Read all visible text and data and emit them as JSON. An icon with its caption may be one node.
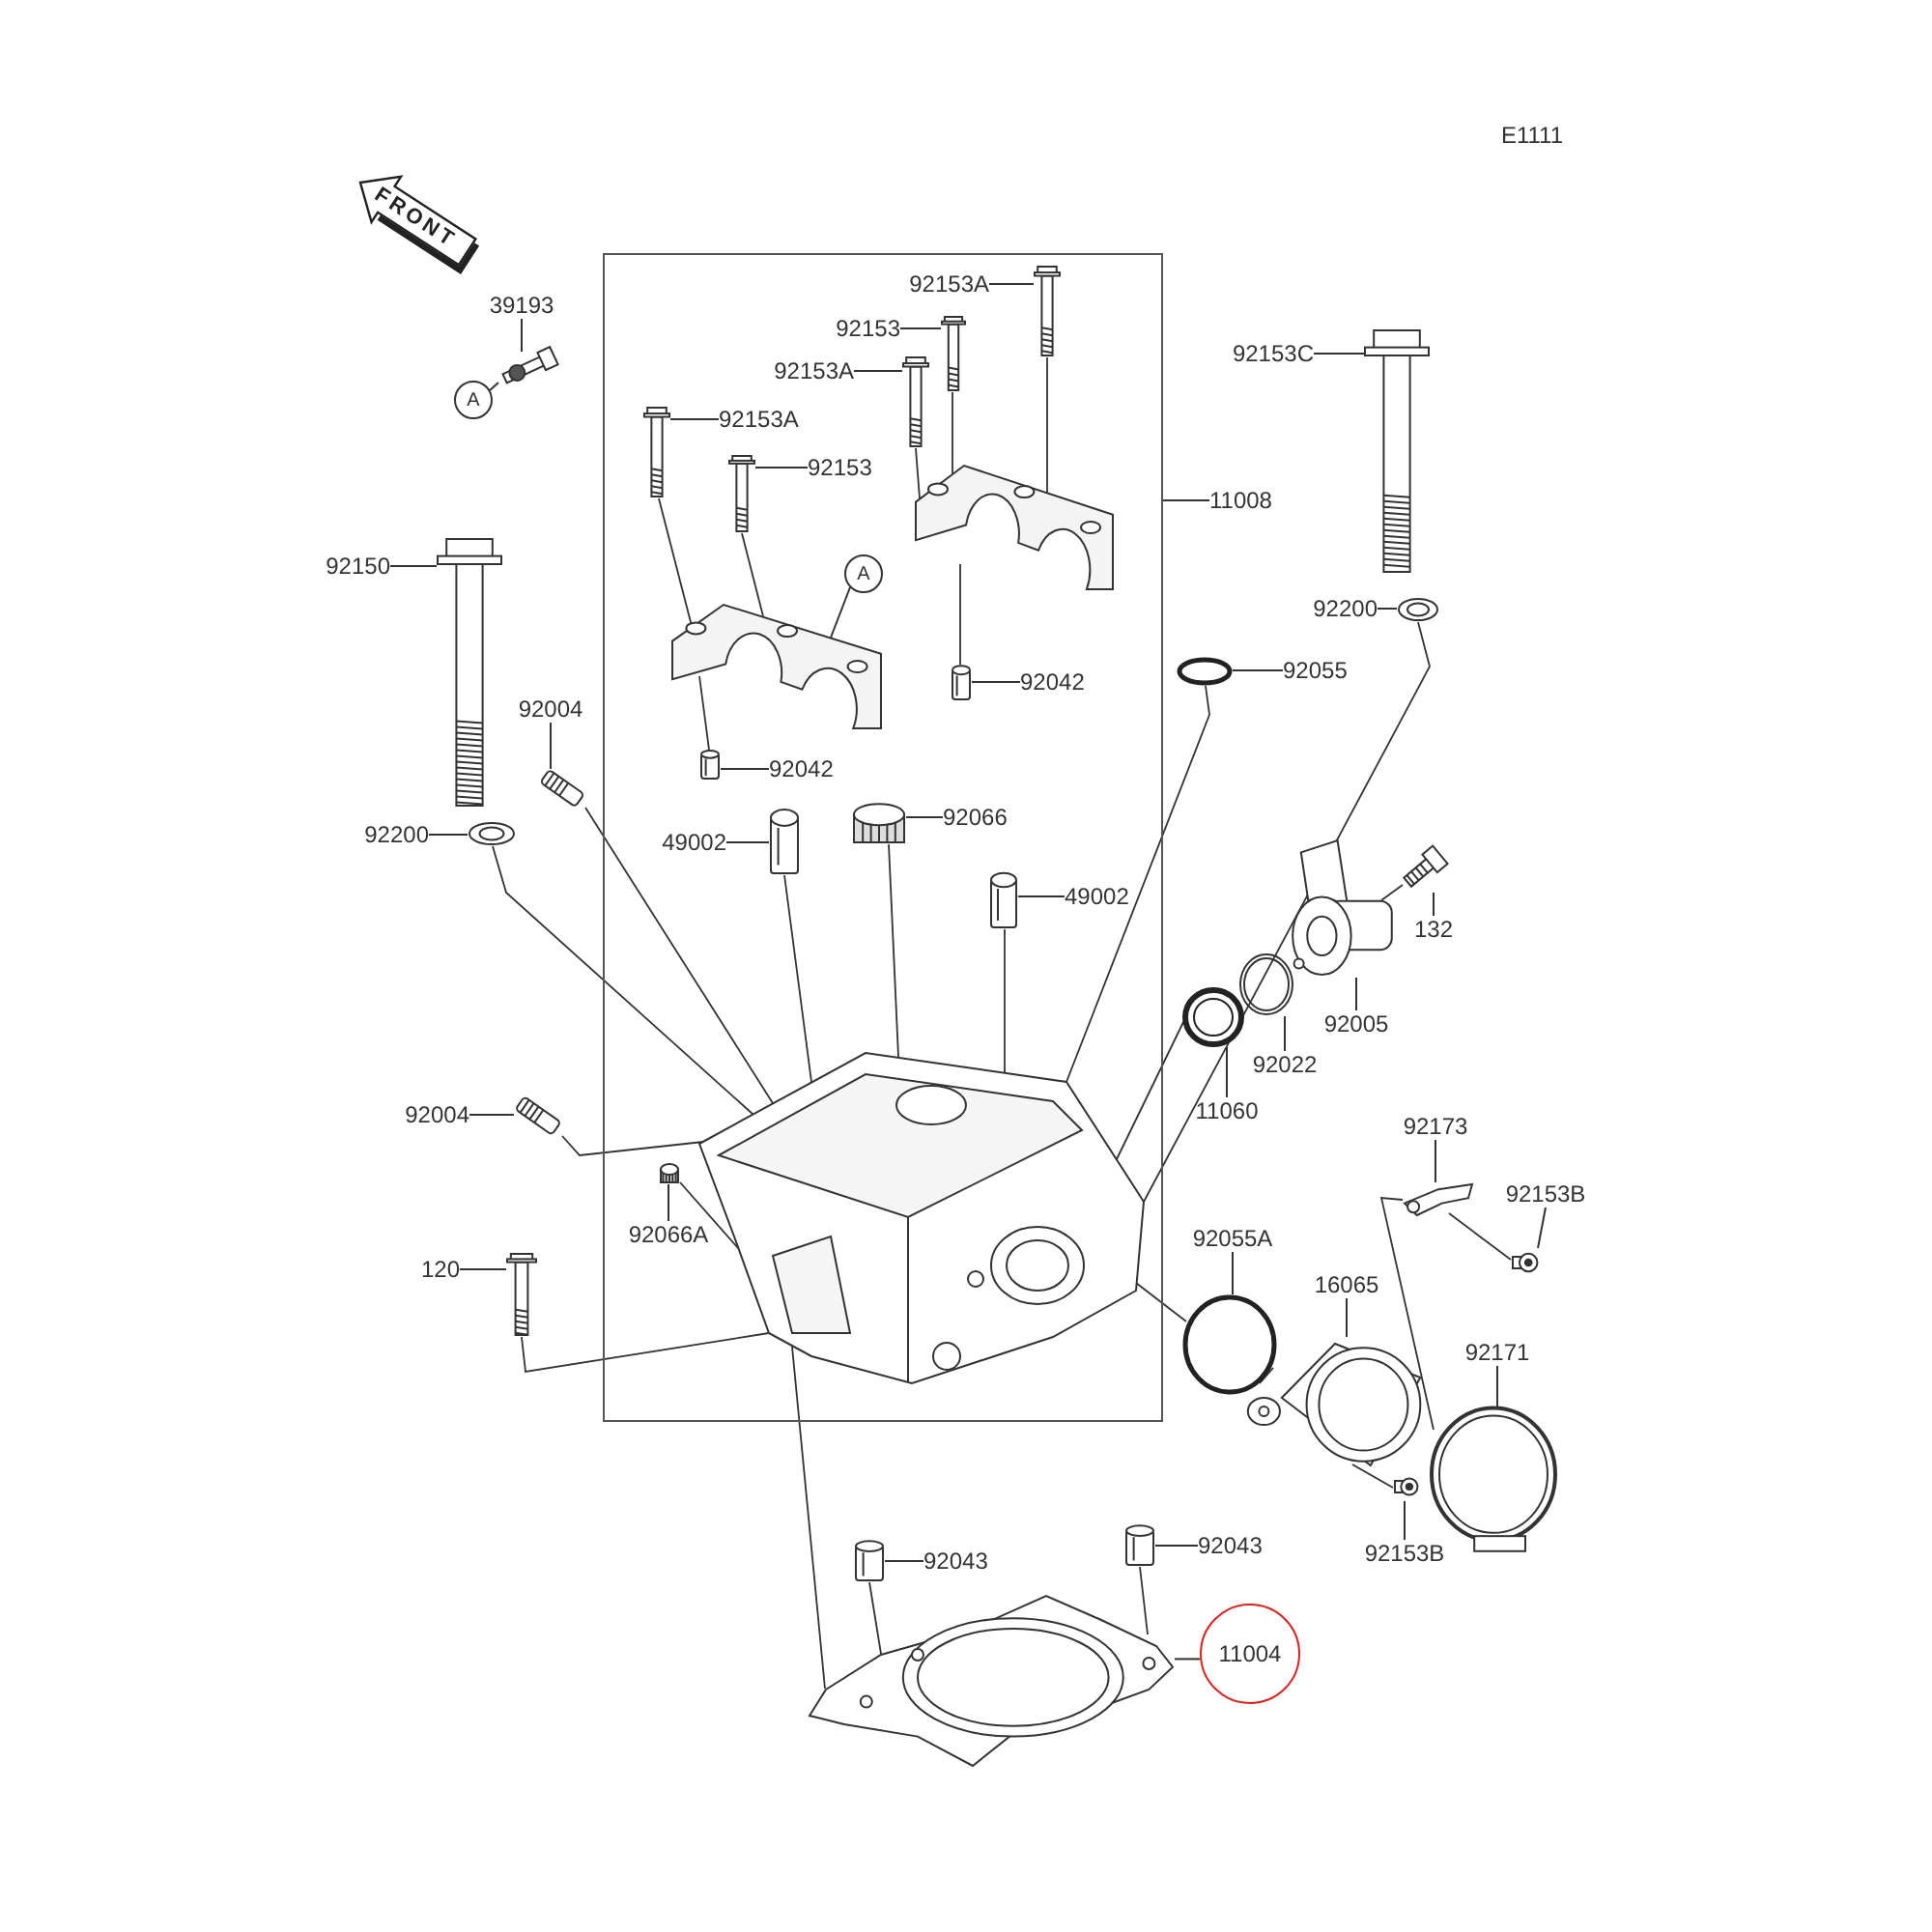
{
  "diagram": {
    "nodes": [
      {
        "text": [
          "39193"
        ]
      },
      {
        "text": [],
        "shape": "picture"
      },
      {
        "text": [
          "A"
        ]
      },
      {
        "text": [],
        "shape": "box"
      },
      {
        "text": [
          "92153A"
        ],
        "in": 3
      },
      {
        "text": [],
        "shape": "picture",
        "in": 3
      },
      {
        "text": [
          "92153"
        ],
        "in": 3
      },
      {
        "text": [],
        "shape": "picture",
        "in": 3
      },
      {
        "text": [
          "92153A"
        ],
        "in": 3
      },
      {
        "text": [],
        "shape": "picture",
        "in": 3
      },
      {
        "text": [
          "92153A"
        ],
        "in": 3
      },
      {
        "text": [],
        "shape": "picture",
        "in": 3
      },
      {
        "text": [
          "92153"
        ],
        "in": 3
      },
      {
        "text": [],
        "shape": "picture",
        "in": 3
      },
      {
        "text": [
          "A"
        ],
        "in": 3
      },
      {
        "text": [],
        "shape": "picture",
        "in": 3
      },
      {
        "text": [
          "92042"
        ],
        "in": 3
      },
      {
        "text": [],
        "shape": "cylinder",
        "in": 3
      },
      {
        "text": [
          "92042"
        ],
        "in": 3
      },
      {
        "text": [],
        "shape": "cylinder",
        "in": 3
      },
      {
        "text": [
          "11008"
        ]
      },
      {
        "text": [
          "92153C"
        ]
      },
      {
        "text": [],
        "shape": "picture"
      },
      {
        "text": [
          "92200"
        ]
      },
      {
        "text": [],
        "shape": "picture"
      },
      {
        "text": [
          "92055"
        ]
      },
      {
        "text": [],
        "shape": "circle"
      },
      {
        "text": [
          "92150"
        ]
      },
      {
        "text": [],
        "shape": "picture"
      },
      {
        "text": [
          "92200"
        ]
      },
      {
        "text": [],
        "shape": "picture"
      },
      {
        "text": [
          "92004"
        ]
      },
      {
        "text": [],
        "shape": "picture"
      },
      {
        "text": [
          "49002"
        ],
        "in": 3
      },
      {
        "text": [],
        "shape": "cylinder",
        "in": 3
      },
      {
        "text": [
          "92066"
        ],
        "in": 3
      },
      {
        "text": [],
        "shape": "picture",
        "in": 3
      },
      {
        "text": [
          "49002"
        ],
        "in": 3
      },
      {
        "text": [],
        "shape": "cylinder",
        "in": 3
      },
      {
        "text": [
          "92004"
        ]
      },
      {
        "text": [],
        "shape": "picture"
      },
      {
        "text": [
          "92066A"
        ],
        "in": 3
      },
      {
        "text": [],
        "shape": "picture",
        "in": 3
      },
      {
        "text": [
          "120"
        ]
      },
      {
        "text": [],
        "shape": "picture"
      },
      {
        "text": [
          "132"
        ]
      },
      {
        "text": [],
        "shape": "picture"
      },
      {
        "text": [
          "92005"
        ]
      },
      {
        "text": [],
        "shape": "picture"
      },
      {
        "text": [
          "92022"
        ]
      },
      {
        "text": [],
        "shape": "picture"
      },
      {
        "text": [
          "11060"
        ]
      },
      {
        "text": [],
        "shape": "picture"
      },
      {
        "text": [
          "92173"
        ]
      },
      {
        "text": [],
        "shape": "picture"
      },
      {
        "text": [
          "92153B"
        ]
      },
      {
        "text": [],
        "shape": "picture"
      },
      {
        "text": [
          "92055A"
        ]
      },
      {
        "text": [],
        "shape": "circle"
      },
      {
        "text": [
          "16065"
        ]
      },
      {
        "text": [],
        "shape": "picture"
      },
      {
        "text": [
          "92171"
        ]
      },
      {
        "text": [],
        "shape": "picture"
      },
      {
        "text": [
          "92153B"
        ]
      },
      {
        "text": [],
        "shape": "picture"
      },
      {
        "text": [
          "92043"
        ]
      },
      {
        "text": [],
        "shape": "cylinder"
      },
      {
        "text": [
          "92043"
        ]
      },
      {
        "text": [],
        "shape": "cylinder"
      },
      {
        "text": [
          "11004"
        ]
      },
      {
        "text": [],
        "shape": "picture"
      },
      {
        "text": [],
        "shape": "picture",
        "in": 3
      },
      {
        "text": [],
        "shape": "picture",
        "in": 3
      }
    ],
    "edges": [
      {
        "from": 0,
        "to": 1,
        "arrow": "none"
      },
      {
        "from": 2,
        "to": 1,
        "arrow": "none"
      },
      {
        "from": 4,
        "to": 5,
        "arrow": "none"
      },
      {
        "from": 6,
        "to": 7,
        "arrow": "none"
      },
      {
        "from": 8,
        "to": 9,
        "arrow": "none"
      },
      {
        "from": 10,
        "to": 11,
        "arrow": "none"
      },
      {
        "from": 12,
        "to": 13,
        "arrow": "none"
      },
      {
        "from": 14,
        "to": 15,
        "arrow": "none"
      },
      {
        "from": 16,
        "to": 17,
        "arrow": "none"
      },
      {
        "from": 18,
        "to": 19,
        "arrow": "none"
      },
      {
        "from": 20,
        "to": 3,
        "arrow": "none"
      },
      {
        "from": 21,
        "to": 22,
        "arrow": "none"
      },
      {
        "from": 23,
        "to": 24,
        "arrow": "none"
      },
      {
        "from": 25,
        "to": 26,
        "arrow": "none"
      },
      {
        "from": 27,
        "to": 28,
        "arrow": "none"
      },
      {
        "from": 29,
        "to": 30,
        "arrow": "none"
      },
      {
        "from": 31,
        "to": 32,
        "arrow": "none"
      },
      {
        "from": 33,
        "to": 34,
        "arrow": "none"
      },
      {
        "from": 35,
        "to": 36,
        "arrow": "none"
      },
      {
        "from": 37,
        "to": 38,
        "arrow": "none"
      },
      {
        "from": 39,
        "to": 40,
        "arrow": "none"
      },
      {
        "from": 41,
        "to": 42,
        "arrow": "none"
      },
      {
        "from": 43,
        "to": 44,
        "arrow": "none"
      },
      {
        "from": 45,
        "to": 46,
        "arrow": "none"
      },
      {
        "from": 47,
        "to": 48,
        "arrow": "none"
      },
      {
        "from": 49,
        "to": 50,
        "arrow": "none"
      },
      {
        "from": 51,
        "to": 52,
        "arrow": "none"
      },
      {
        "from": 53,
        "to": 54,
        "arrow": "none"
      },
      {
        "from": 55,
        "to": 56,
        "arrow": "none"
      },
      {
        "from": 57,
        "to": 58,
        "arrow": "none"
      },
      {
        "from": 59,
        "to": 60,
        "arrow": "none"
      },
      {
        "from": 61,
        "to": 62,
        "arrow": "none"
      },
      {
        "from": 63,
        "to": 64,
        "arrow": "none"
      },
      {
        "from": 65,
        "to": 66,
        "arrow": "none"
      },
      {
        "from": 67,
        "to": 68,
        "arrow": "none"
      },
      {
        "from": 69,
        "to": 70,
        "arrow": "none"
      },
      {
        "from": 11,
        "to": 15,
        "arrow": "none"
      },
      {
        "from": 13,
        "to": 15,
        "arrow": "none"
      },
      {
        "from": 5,
        "to": 72,
        "arrow": "none"
      },
      {
        "from": 7,
        "to": 72,
        "arrow": "none"
      },
      {
        "from": 9,
        "to": 72,
        "arrow": "none"
      },
      {
        "from": 17,
        "to": 72,
        "arrow": "none"
      },
      {
        "from": 19,
        "to": 15,
        "arrow": "none"
      },
      {
        "from": 34,
        "to": 71,
        "arrow": "none"
      },
      {
        "from": 38,
        "to": 71,
        "arrow": "none"
      },
      {
        "from": 36,
        "to": 71,
        "arrow": "none"
      },
      {
        "from": 30,
        "to": 71,
        "arrow": "none"
      },
      {
        "from": 32,
        "to": 71,
        "arrow": "none"
      },
      {
        "from": 40,
        "to": 71,
        "arrow": "none"
      },
      {
        "from": 42,
        "to": 71,
        "arrow": "none"
      },
      {
        "from": 44,
        "to": 71,
        "arrow": "none"
      },
      {
        "from": 24,
        "to": 71,
        "arrow": "none"
      },
      {
        "from": 26,
        "to": 71,
        "arrow": "none"
      },
      {
        "from": 52,
        "to": 71,
        "arrow": "none"
      },
      {
        "from": 71,
        "to": 58,
        "arrow": "none"
      },
      {
        "from": 58,
        "to": 60,
        "arrow": "none"
      },
      {
        "from": 71,
        "to": 70,
        "arrow": "none"
      },
      {
        "from": 66,
        "to": 70,
        "arrow": "none"
      },
      {
        "from": 68,
        "to": 70,
        "arrow": "none"
      },
      {
        "from": 54,
        "to": 62,
        "arrow": "none"
      },
      {
        "from": 64,
        "to": 60,
        "arrow": "none"
      },
      {
        "from": 56,
        "to": 54,
        "arrow": "none"
      },
      {
        "from": 46,
        "to": 48,
        "arrow": "none"
      }
    ],
    "labels": [
      "E1111",
      "FRONT"
    ]
  }
}
